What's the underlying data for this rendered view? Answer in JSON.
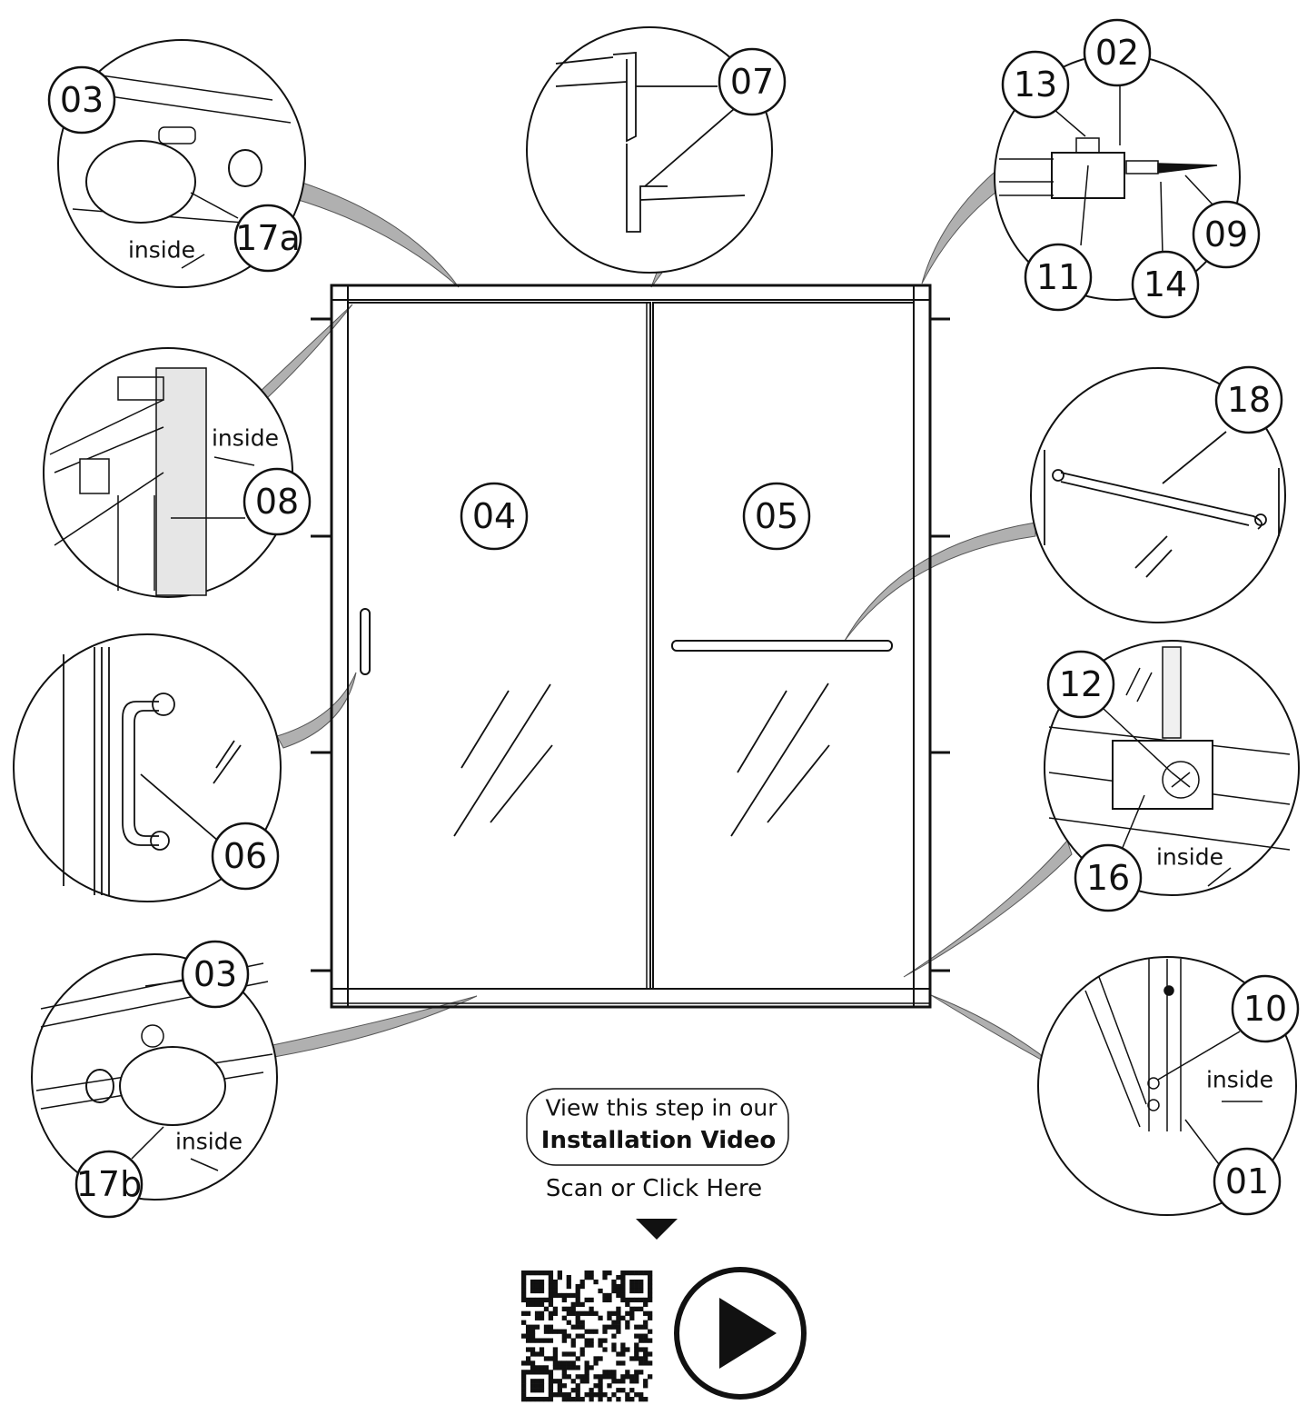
{
  "callouts": {
    "c01": "01",
    "c02": "02",
    "c03_top": "03",
    "c03_bottom": "03",
    "c04": "04",
    "c05": "05",
    "c06": "06",
    "c07": "07",
    "c08": "08",
    "c09": "09",
    "c10": "10",
    "c11": "11",
    "c12": "12",
    "c13": "13",
    "c14": "14",
    "c16": "16",
    "c17a": "17a",
    "c17b": "17b",
    "c18": "18"
  },
  "inside_labels": {
    "top_left": "inside",
    "mid_left": "inside",
    "bottom_left": "inside",
    "mid_right": "inside",
    "bottom_right": "inside"
  },
  "video": {
    "line1": "View this step in our",
    "line2": "Installation Video",
    "scan": "Scan or Click Here"
  },
  "icons": [
    "qr-code-icon",
    "play-button-icon",
    "arrow-down-icon"
  ]
}
